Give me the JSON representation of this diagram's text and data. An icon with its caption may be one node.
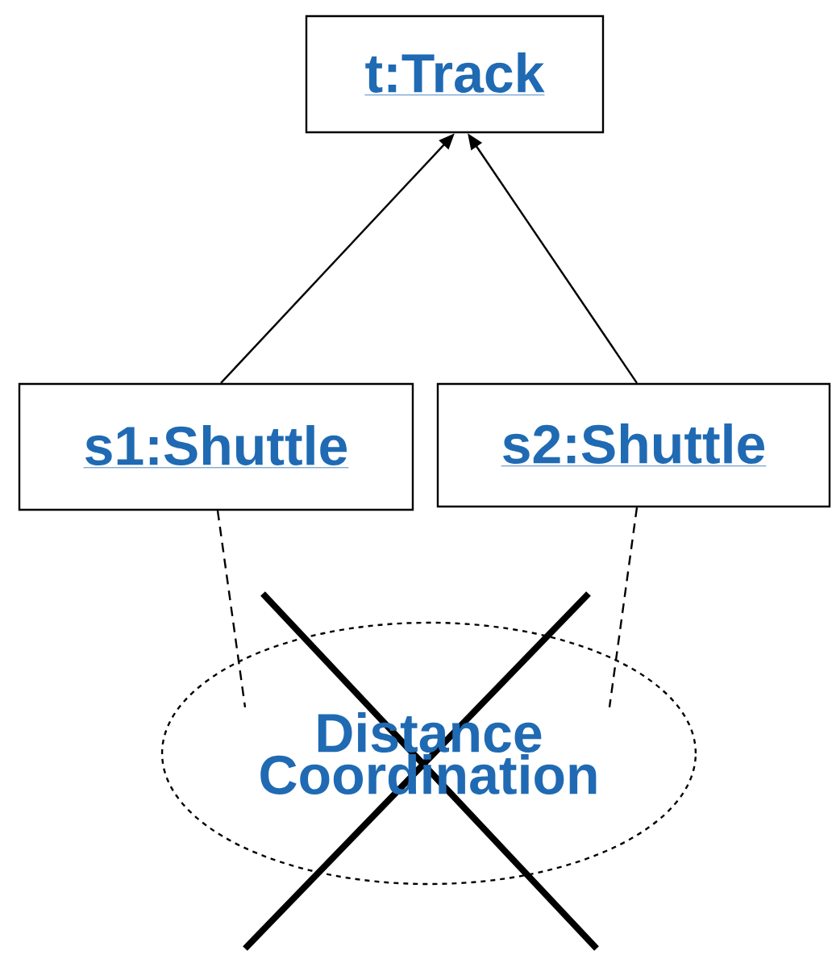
{
  "diagram": {
    "nodes": [
      {
        "text": [
          "t:Track"
        ]
      },
      {
        "text": [
          "s1:Shuttle"
        ]
      },
      {
        "text": [
          "s2:Shuttle"
        ]
      },
      {
        "text": [
          "Distance Coordination"
        ]
      }
    ],
    "edges": [
      {
        "from": 1,
        "to": 0,
        "arrow": "to"
      },
      {
        "from": 2,
        "to": 0,
        "arrow": "to"
      },
      {
        "from": 1,
        "to": 3,
        "arrow": "none",
        "style": "dashed"
      },
      {
        "from": 2,
        "to": 3,
        "arrow": "none",
        "style": "dashed"
      }
    ]
  }
}
